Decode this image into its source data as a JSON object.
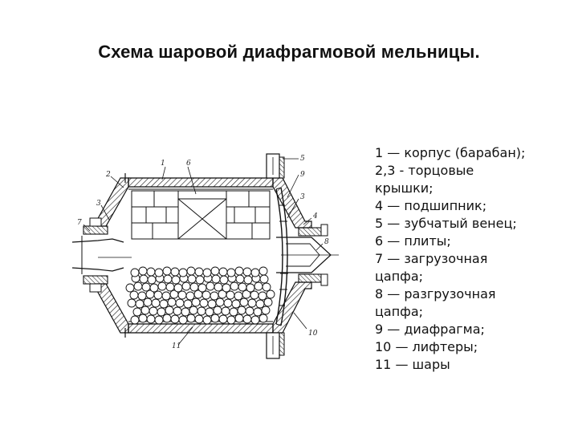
{
  "title": "Схема шаровой диафрагмовой мельницы.",
  "diagram": {
    "callouts": [
      "1",
      "6",
      "5",
      "9",
      "2",
      "3",
      "3",
      "4",
      "7",
      "8",
      "10",
      "11"
    ]
  },
  "legend": {
    "lines": [
      "1 — корпус (барабан);",
      "2,3 - торцовые",
      "крышки;",
      "4 — подшипник;",
      "5 — зубчатый венец;",
      "6 — плиты;",
      "7 — загрузочная",
      "цапфа;",
      "8 — разгрузочная",
      "цапфа;",
      "9 — диафрагма;",
      "10 — лифтеры;",
      "11 — шары"
    ]
  }
}
